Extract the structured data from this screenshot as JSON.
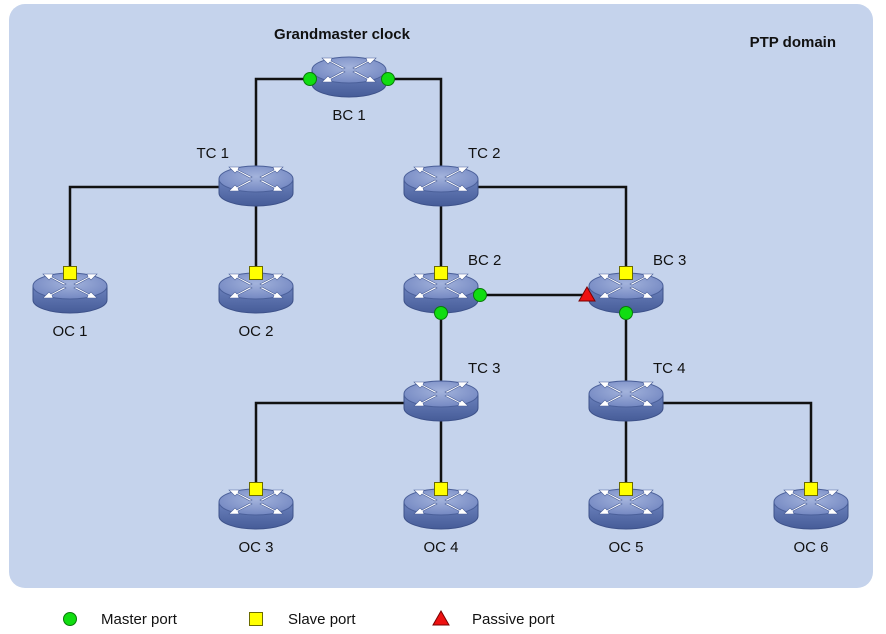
{
  "domain_title": "PTP domain",
  "grandmaster_label": "Grandmaster clock",
  "colors": {
    "panel_bg": "#c5d3ec",
    "master": "#11dd11",
    "slave": "#ffff00",
    "passive": "#ee1111",
    "device_top": "#8196cc",
    "device_side": "#5268a6"
  },
  "nodes": [
    {
      "id": "bc1",
      "label": "BC 1",
      "label_pos": "below"
    },
    {
      "id": "tc1",
      "label": "TC 1",
      "label_pos": "above-left"
    },
    {
      "id": "tc2",
      "label": "TC 2",
      "label_pos": "above-right"
    },
    {
      "id": "oc1",
      "label": "OC 1",
      "label_pos": "below"
    },
    {
      "id": "oc2",
      "label": "OC 2",
      "label_pos": "below"
    },
    {
      "id": "bc2",
      "label": "BC 2",
      "label_pos": "above-right"
    },
    {
      "id": "bc3",
      "label": "BC 3",
      "label_pos": "above-right"
    },
    {
      "id": "tc3",
      "label": "TC 3",
      "label_pos": "above-right"
    },
    {
      "id": "tc4",
      "label": "TC 4",
      "label_pos": "above-right"
    },
    {
      "id": "oc3",
      "label": "OC 3",
      "label_pos": "below"
    },
    {
      "id": "oc4",
      "label": "OC 4",
      "label_pos": "below"
    },
    {
      "id": "oc5",
      "label": "OC 5",
      "label_pos": "below"
    },
    {
      "id": "oc6",
      "label": "OC 6",
      "label_pos": "below"
    }
  ],
  "links": [
    {
      "from": "bc1",
      "to": "tc1"
    },
    {
      "from": "bc1",
      "to": "tc2"
    },
    {
      "from": "tc1",
      "to": "oc1"
    },
    {
      "from": "tc1",
      "to": "oc2"
    },
    {
      "from": "tc2",
      "to": "bc2"
    },
    {
      "from": "tc2",
      "to": "bc3"
    },
    {
      "from": "bc2",
      "to": "bc3"
    },
    {
      "from": "bc2",
      "to": "tc3"
    },
    {
      "from": "bc3",
      "to": "tc4"
    },
    {
      "from": "tc3",
      "to": "oc3"
    },
    {
      "from": "tc3",
      "to": "oc4"
    },
    {
      "from": "tc4",
      "to": "oc5"
    },
    {
      "from": "tc4",
      "to": "oc6"
    }
  ],
  "ports": [
    {
      "node": "bc1",
      "role": "master",
      "side": "left"
    },
    {
      "node": "bc1",
      "role": "master",
      "side": "right"
    },
    {
      "node": "oc1",
      "role": "slave",
      "side": "top"
    },
    {
      "node": "oc2",
      "role": "slave",
      "side": "top"
    },
    {
      "node": "bc2",
      "role": "slave",
      "side": "top"
    },
    {
      "node": "bc2",
      "role": "master",
      "side": "right"
    },
    {
      "node": "bc2",
      "role": "master",
      "side": "bottom"
    },
    {
      "node": "bc3",
      "role": "slave",
      "side": "top"
    },
    {
      "node": "bc3",
      "role": "passive",
      "side": "left"
    },
    {
      "node": "bc3",
      "role": "master",
      "side": "bottom"
    },
    {
      "node": "oc3",
      "role": "slave",
      "side": "top"
    },
    {
      "node": "oc4",
      "role": "slave",
      "side": "top"
    },
    {
      "node": "oc5",
      "role": "slave",
      "side": "top"
    },
    {
      "node": "oc6",
      "role": "slave",
      "side": "top"
    }
  ],
  "legend": [
    {
      "role": "master",
      "label": "Master port"
    },
    {
      "role": "slave",
      "label": "Slave port"
    },
    {
      "role": "passive",
      "label": "Passive port"
    }
  ]
}
